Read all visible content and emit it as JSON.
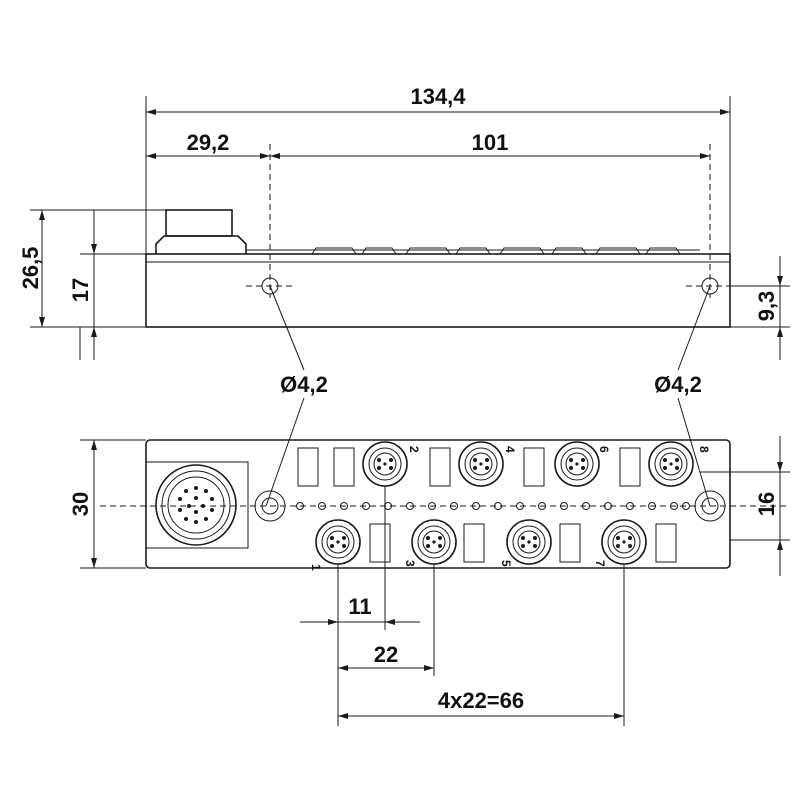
{
  "dimensions": {
    "total_length": "134,4",
    "offset_left": "29,2",
    "hole_spacing": "101",
    "total_height": "26,5",
    "body_height": "17",
    "hole_height": "9,3",
    "hole_diameter_left": "Ø4,2",
    "hole_diameter_right": "Ø4,2",
    "width": "30",
    "hole_offset": "16",
    "pitch_half": "11",
    "pitch": "22",
    "pitch_total": "4x22=66"
  },
  "port_labels": [
    "1",
    "2",
    "3",
    "4",
    "5",
    "6",
    "7",
    "8"
  ]
}
